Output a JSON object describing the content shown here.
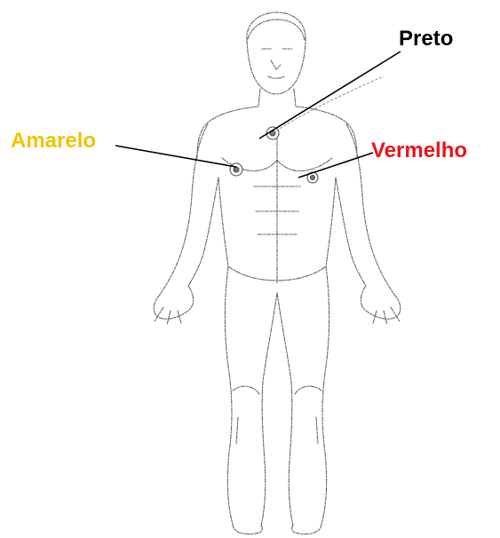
{
  "labels": {
    "black": {
      "text": "Preto",
      "color": "#000000"
    },
    "yellow": {
      "text": "Amarelo",
      "color": "#f2c200"
    },
    "red": {
      "text": "Vermelho",
      "color": "#e8141c"
    }
  },
  "electrodes": [
    {
      "name": "electrode-black",
      "label_ref": "black"
    },
    {
      "name": "electrode-yellow",
      "label_ref": "yellow"
    },
    {
      "name": "electrode-red",
      "label_ref": "red"
    }
  ],
  "colors": {
    "outline": "#555555",
    "leader_line": "#000000",
    "background": "#ffffff"
  }
}
